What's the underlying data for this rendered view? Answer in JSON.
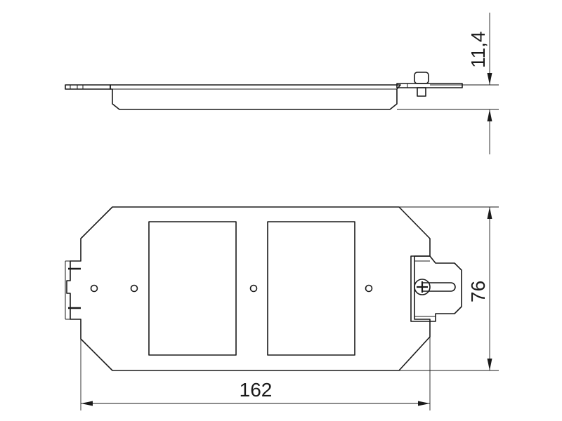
{
  "drawing": {
    "dimensions": {
      "height_label": "11,4",
      "width_label": "162",
      "depth_label": "76"
    }
  }
}
